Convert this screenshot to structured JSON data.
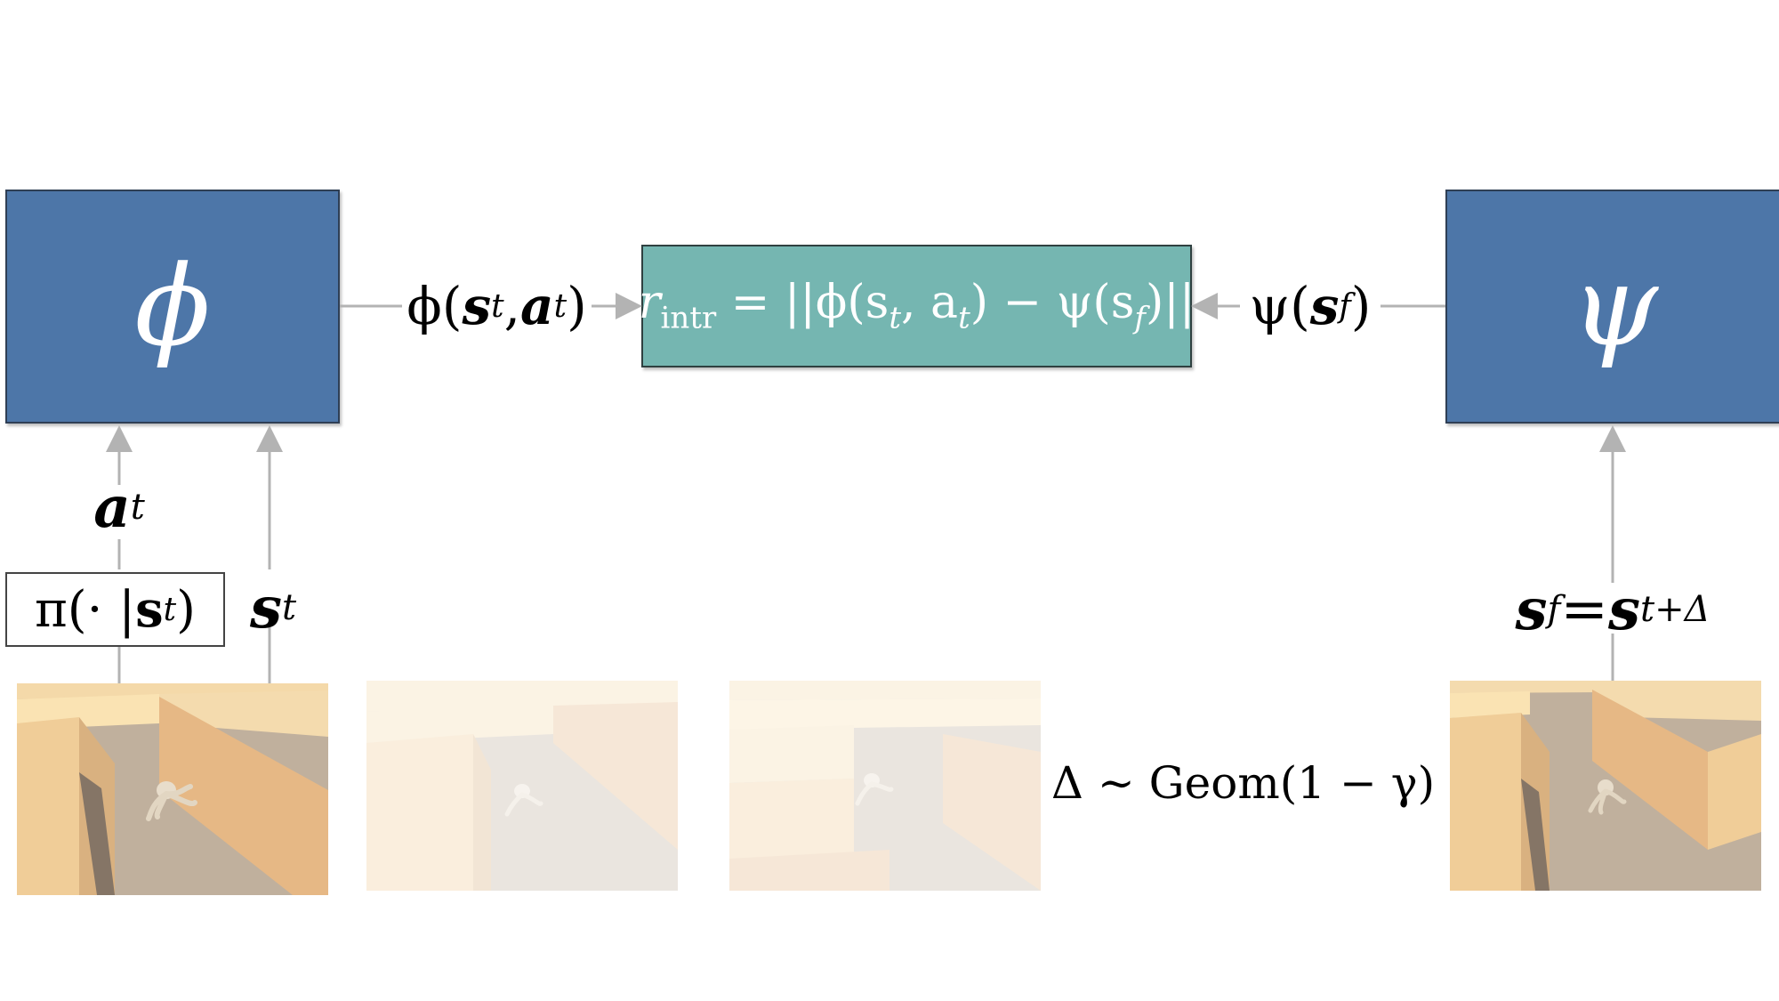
{
  "encoders": {
    "phi": {
      "symbol": "ϕ"
    },
    "psi": {
      "symbol": "ψ"
    }
  },
  "reward": {
    "text": "r",
    "subscript": "intr",
    "expr": " = ||ϕ(s",
    "expr_t": "t",
    "expr_mid": ", a",
    "expr_t2": "t",
    "expr_mid2": ") − ψ(s",
    "expr_f": "f",
    "expr_end": ")||"
  },
  "labels": {
    "phi_out": {
      "pre": "ϕ(",
      "s": "s",
      "t": "t",
      "sep": ", ",
      "a": "a",
      "t2": "t",
      "post": ")"
    },
    "psi_out": {
      "pre": "ψ(",
      "s": "s",
      "f": "f",
      "post": ")"
    },
    "action": {
      "a": "a",
      "t": "t"
    },
    "state": {
      "s": "s",
      "t": "t"
    },
    "policy": {
      "pre": "π(· | ",
      "s": "s",
      "t": "t",
      "post": ")"
    },
    "future": {
      "s": "s",
      "f": "f",
      "eq": " = ",
      "s2": "s",
      "sub": "t+Δ"
    },
    "delta": {
      "text": "Δ ∼ Geom(1 − γ)"
    }
  },
  "colors": {
    "encoder_fill": "#4d76a8",
    "reward_fill": "#75b6b1",
    "arrow": "#b3b3b3"
  },
  "frames": {
    "count": 4,
    "faded": [
      false,
      true,
      true,
      false
    ]
  }
}
